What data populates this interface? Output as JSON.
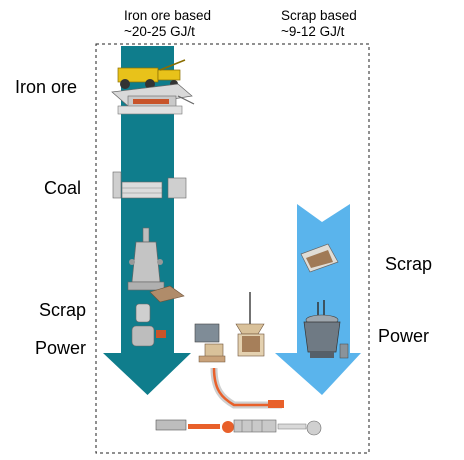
{
  "headers": {
    "iron_ore_route_title": "Iron ore based",
    "iron_ore_route_energy": "~20-25 GJ/t",
    "scrap_route_title": "Scrap based",
    "scrap_route_energy": "~9-12 GJ/t"
  },
  "left_inputs": {
    "iron_ore": "Iron ore",
    "coal": "Coal",
    "scrap": "Scrap",
    "power": "Power"
  },
  "right_inputs": {
    "scrap": "Scrap",
    "power": "Power"
  },
  "colors": {
    "iron_ore_arrow": "#0f7d8c",
    "scrap_arrow": "#5ab4ec",
    "steel_hot": "#e8602a",
    "equipment_grey": "#b9b9b9",
    "truck_yellow": "#e8c21a"
  }
}
